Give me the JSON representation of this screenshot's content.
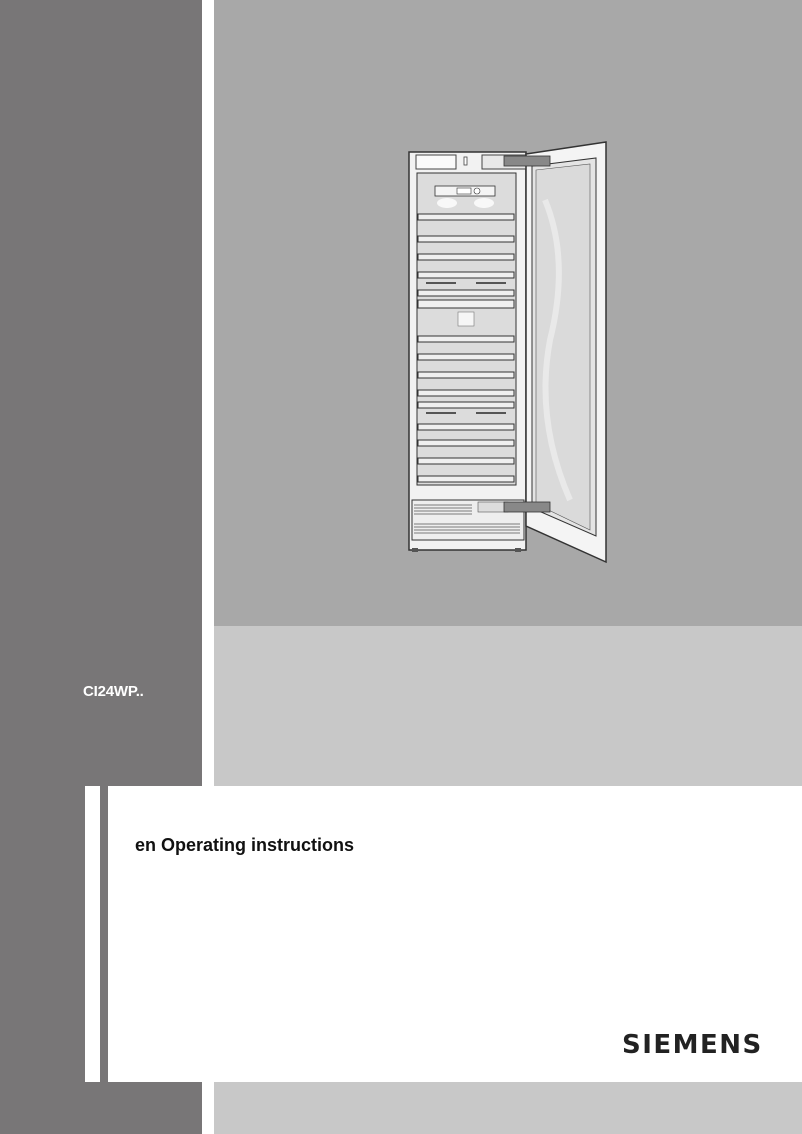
{
  "cover": {
    "model": "CI24WP..",
    "title": "en Operating instructions",
    "brand": "SIEMENS"
  },
  "illustration": {
    "subject": "built-in wine cooler with open glass door",
    "icon": "refrigerator-illustration"
  },
  "colors": {
    "dark_panel": "#787677",
    "hero_panel": "#a8a8a8",
    "light_band": "#c8c8c8",
    "background": "#ffffff",
    "text": "#111111"
  }
}
